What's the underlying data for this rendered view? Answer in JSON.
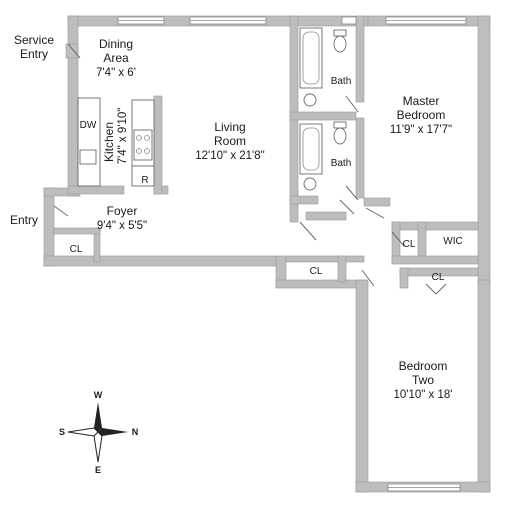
{
  "rooms": {
    "dining": {
      "name_line1": "Dining",
      "name_line2": "Area",
      "dims": "7'4\" x 6'"
    },
    "kitchen": {
      "name": "Kitchen",
      "dims": "7'4\" x 9'10\""
    },
    "living": {
      "name_line1": "Living",
      "name_line2": "Room",
      "dims": "12'10\" x 21'8\""
    },
    "master": {
      "name_line1": "Master",
      "name_line2": "Bedroom",
      "dims": "11'9\" x 17'7\""
    },
    "bedroom_two": {
      "name_line1": "Bedroom",
      "name_line2": "Two",
      "dims": "10'10\" x 18'"
    },
    "foyer": {
      "name": "Foyer",
      "dims": "9'4\" x 5'5\""
    }
  },
  "labels": {
    "service_entry_line1": "Service",
    "service_entry_line2": "Entry",
    "entry": "Entry",
    "bath": "Bath",
    "closet": "CL",
    "walk_in_closet": "WIC",
    "dishwasher": "DW",
    "refrigerator": "R"
  },
  "compass": {
    "west": "W",
    "east": "E",
    "north": "N",
    "south": "S"
  }
}
